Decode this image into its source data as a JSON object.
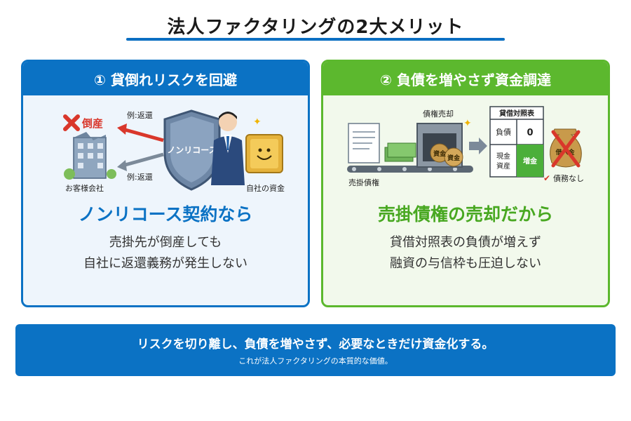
{
  "title": "法人ファクタリングの2大メリット",
  "cards": [
    {
      "header": "① 貸倒れリスクを回避",
      "heading": "ノンリコース契約なら",
      "desc_lines": [
        "売掛先が倒産しても",
        "自社に返還義務が発生しない"
      ],
      "illustration": {
        "bankrupt_label": "倒産",
        "customer_label": "お客様会社",
        "arrow_label_top": "例:返還",
        "arrow_label_bottom": "例:返還",
        "shield_label": "ノンリコース",
        "safe_label": "自社の資金"
      }
    },
    {
      "header": "② 負債を増やさず資金調達",
      "heading": "売掛債権の売却だから",
      "desc_lines": [
        "貸借対照表の負債が増えず",
        "融資の与信枠も圧迫しない"
      ],
      "illustration": {
        "machine_label": "債権売却",
        "doc_label": "売掛債権",
        "bag_label": "資金",
        "bs_title": "貸借対照表",
        "bs_liability_label": "負債",
        "bs_liability_value": "0",
        "bs_cash_label_1": "現金",
        "bs_cash_label_2": "資産",
        "bs_increase_label": "増金",
        "loan_bag_label": "借入金",
        "no_debt_label": "債務なし"
      }
    }
  ],
  "banner": {
    "main": "リスクを切り離し、負債を増やさず、必要なときだけ資金化する。",
    "sub": "これが法人ファクタリングの本質的な価値。"
  },
  "colors": {
    "blue": "#0b72c4",
    "green": "#5cb82e",
    "red": "#d9372b"
  }
}
